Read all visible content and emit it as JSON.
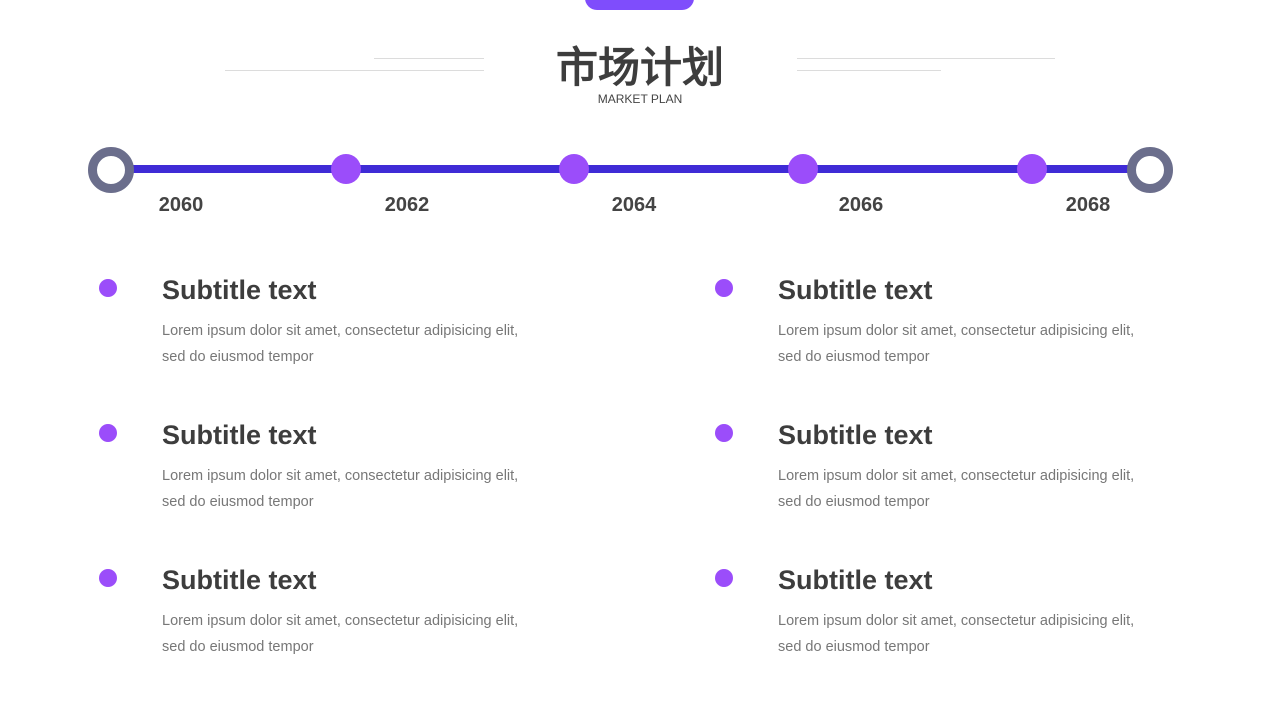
{
  "header": {
    "title": "市场计划",
    "subtitle": "MARKET PLAN"
  },
  "timeline": {
    "years": [
      "2060",
      "2062",
      "2064",
      "2066",
      "2068"
    ],
    "line_color": "#3f2bd6",
    "dot_color": "#9b4dfa",
    "ring_color": "#6b6e8c"
  },
  "items": [
    {
      "title": "Subtitle text",
      "body": "Lorem ipsum dolor sit amet, consectetur adipisicing elit, sed do eiusmod tempor"
    },
    {
      "title": "Subtitle text",
      "body": "Lorem ipsum dolor sit amet, consectetur adipisicing elit, sed do eiusmod tempor"
    },
    {
      "title": "Subtitle text",
      "body": "Lorem ipsum dolor sit amet, consectetur adipisicing elit, sed do eiusmod tempor"
    },
    {
      "title": "Subtitle text",
      "body": "Lorem ipsum dolor sit amet, consectetur adipisicing elit, sed do eiusmod tempor"
    },
    {
      "title": "Subtitle text",
      "body": "Lorem ipsum dolor sit amet, consectetur adipisicing elit, sed do eiusmod tempor"
    },
    {
      "title": "Subtitle text",
      "body": "Lorem ipsum dolor sit amet, consectetur adipisicing elit, sed do eiusmod tempor"
    }
  ]
}
